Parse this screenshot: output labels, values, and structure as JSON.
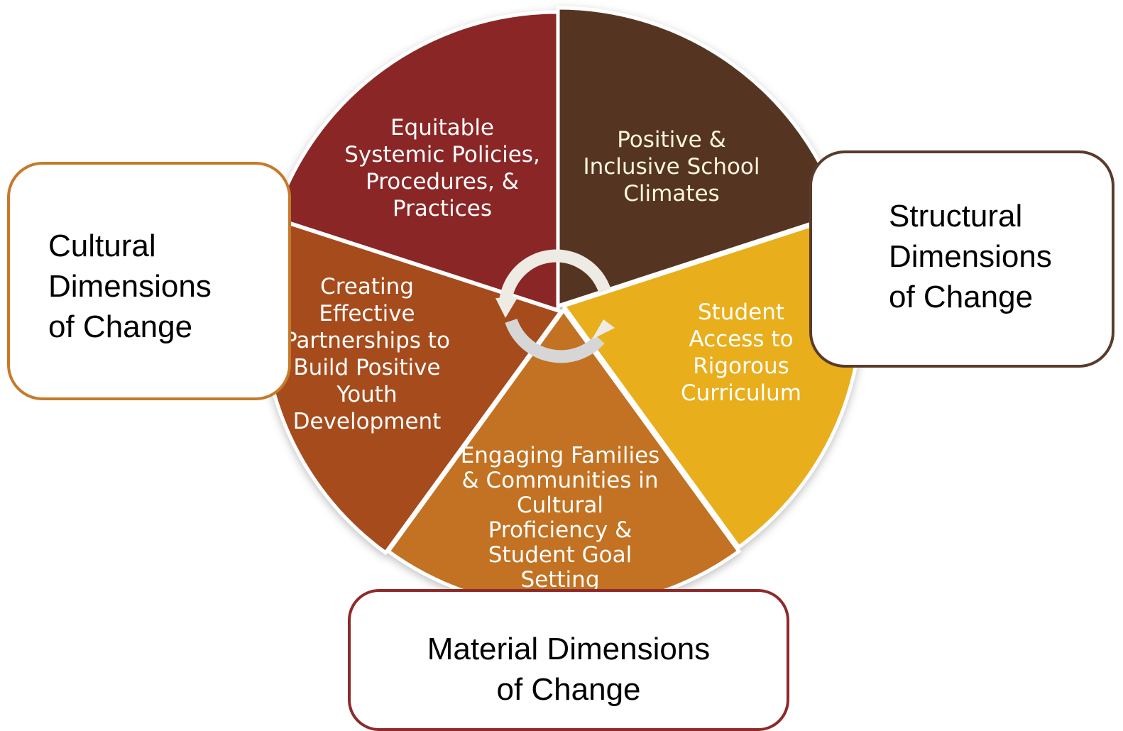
{
  "boxes": {
    "cultural": {
      "label_lines": [
        "Cultural",
        "Dimensions",
        "of Change"
      ],
      "border_color": "#C57A2A"
    },
    "structural": {
      "label_lines": [
        "Structural",
        "Dimensions",
        "of Change"
      ],
      "border_color": "#5A3B2A"
    },
    "material": {
      "label_lines": [
        "Material Dimensions",
        "of Change"
      ],
      "border_color": "#8E2A2A"
    }
  },
  "wheel": {
    "segments": [
      {
        "id": "equitable",
        "color": "#543522",
        "lines": [
          "Equitable",
          "Systemic Policies,",
          "Procedures, &",
          "Practices"
        ]
      },
      {
        "id": "positive",
        "color": "#E9AE1B",
        "lines": [
          "Positive &",
          "Inclusive School",
          "Climates"
        ]
      },
      {
        "id": "student-access",
        "color": "#C27220",
        "lines": [
          "Student",
          "Access to",
          "Rigorous",
          "Curriculum"
        ]
      },
      {
        "id": "engaging",
        "color": "#A64C1F",
        "lines": [
          "Engaging Families",
          "& Communities in",
          "Cultural",
          "Proficiency  &",
          "Student Goal",
          "Setting"
        ]
      },
      {
        "id": "creating",
        "color": "#8A2626",
        "lines": [
          "Creating",
          "Effective",
          "Partnerships to",
          "Build Positive",
          "Youth",
          "Development"
        ]
      }
    ],
    "cycle_icon": "cycle-arrows-icon"
  }
}
